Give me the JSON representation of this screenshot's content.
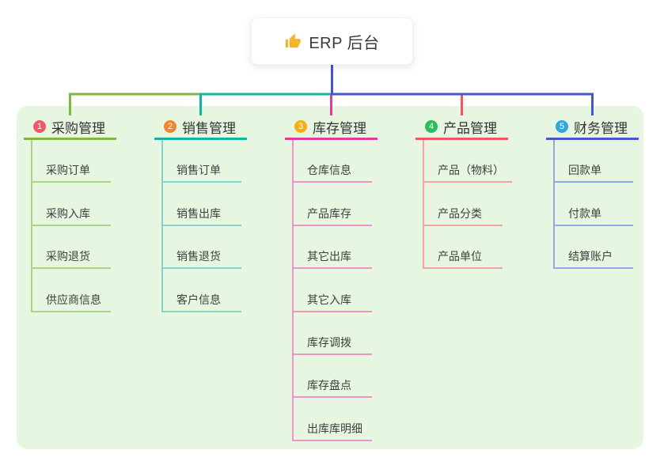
{
  "root": {
    "label": "ERP 后台",
    "icon": "thumbs-up-icon",
    "icon_color": "#f5b52a"
  },
  "branches": [
    {
      "num": "1",
      "title": "采购管理",
      "badge_color": "#f4566a",
      "line_color": "#7cb93f",
      "line_light": "#abd485",
      "children": [
        "采购订单",
        "采购入库",
        "采购退货",
        "供应商信息"
      ]
    },
    {
      "num": "2",
      "title": "销售管理",
      "badge_color": "#f6832e",
      "line_color": "#12b5a5",
      "line_light": "#82d5c9",
      "children": [
        "销售订单",
        "销售出库",
        "销售退货",
        "客户信息"
      ]
    },
    {
      "num": "3",
      "title": "库存管理",
      "badge_color": "#fbad18",
      "line_color": "#e23d9d",
      "line_light": "#f193c6",
      "children": [
        "仓库信息",
        "产品库存",
        "其它出库",
        "其它入库",
        "库存调拨",
        "库存盘点",
        "出库库明细"
      ]
    },
    {
      "num": "4",
      "title": "产品管理",
      "badge_color": "#2abd5e",
      "line_color": "#f4565e",
      "line_light": "#f8a3a3",
      "children": [
        "产品（物料）",
        "产品分类",
        "产品单位"
      ]
    },
    {
      "num": "5",
      "title": "财务管理",
      "badge_color": "#31a8dd",
      "line_color": "#4457ce",
      "line_light": "#94a6e8",
      "children": [
        "回款单",
        "付款单",
        "结算账户"
      ]
    }
  ],
  "colors": {
    "panel": "#e7f6e0",
    "background": "#ffffff",
    "root_stem": "#4457ce",
    "title_text": "#333333",
    "child_text": "#3f3f3f"
  }
}
